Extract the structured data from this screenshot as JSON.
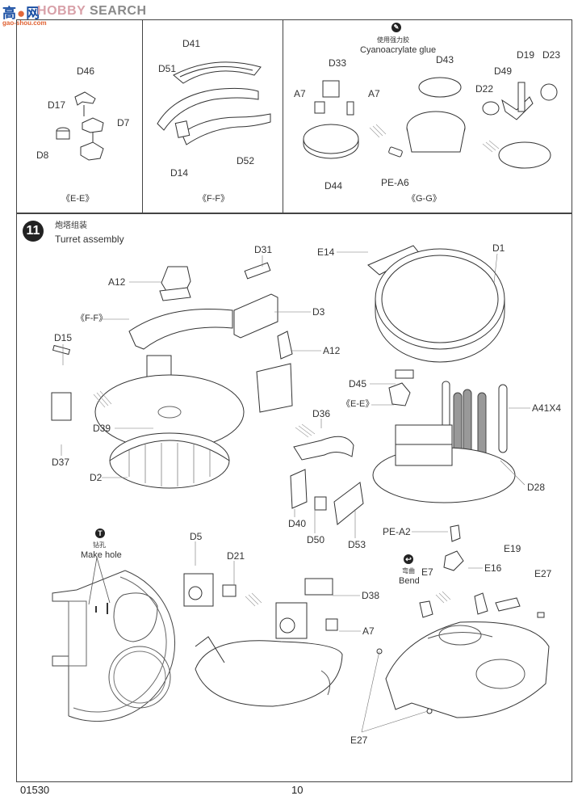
{
  "watermark": {
    "logo_cn": "高",
    "logo_cn2": "网",
    "logo_en_prefix": "H",
    "logo_en_mid": "OBBY",
    "logo_en_suffix": "SEARCH",
    "url": "gao-shou.com"
  },
  "panels": {
    "ee": {
      "caption": "《E-E》",
      "parts": [
        "D46",
        "D17",
        "D7",
        "D8"
      ]
    },
    "ff": {
      "caption": "《F-F》",
      "parts": [
        "D41",
        "D51",
        "D14",
        "D52"
      ]
    },
    "gg": {
      "caption": "《G-G》",
      "glue_note_cn": "使用强力胶",
      "glue_note_en": "Cyanoacrylate glue",
      "parts": [
        "D33",
        "A7",
        "A7",
        "D44",
        "PE-A6",
        "D43",
        "D19",
        "D23",
        "D49",
        "D22"
      ]
    }
  },
  "step": {
    "number": "11",
    "title_cn": "炮塔组装",
    "title_en": "Turret assembly",
    "labels": {
      "A12_top": "A12",
      "FF_ref": "《F-F》",
      "D15": "D15",
      "D37": "D37",
      "D39": "D39",
      "D2": "D2",
      "D31": "D31",
      "D3": "D3",
      "A12_right": "A12",
      "E14": "E14",
      "D1": "D1",
      "D45": "D45",
      "EE_ref": "《E-E》",
      "A41X4": "A41X4",
      "D28": "D28",
      "D36": "D36",
      "D40": "D40",
      "D50": "D50",
      "D53": "D53",
      "D5": "D5",
      "D21": "D21",
      "D38": "D38",
      "A7": "A7",
      "PE-A2": "PE-A2",
      "E7": "E7",
      "E16": "E16",
      "E19": "E19",
      "E27_right": "E27",
      "E27_bottom": "E27"
    },
    "make_hole_cn": "钻孔",
    "make_hole_en": "Make hole",
    "bend_cn": "弯曲",
    "bend_en": "Bend"
  },
  "footer": {
    "kit_number": "01530",
    "page_number": "10"
  }
}
